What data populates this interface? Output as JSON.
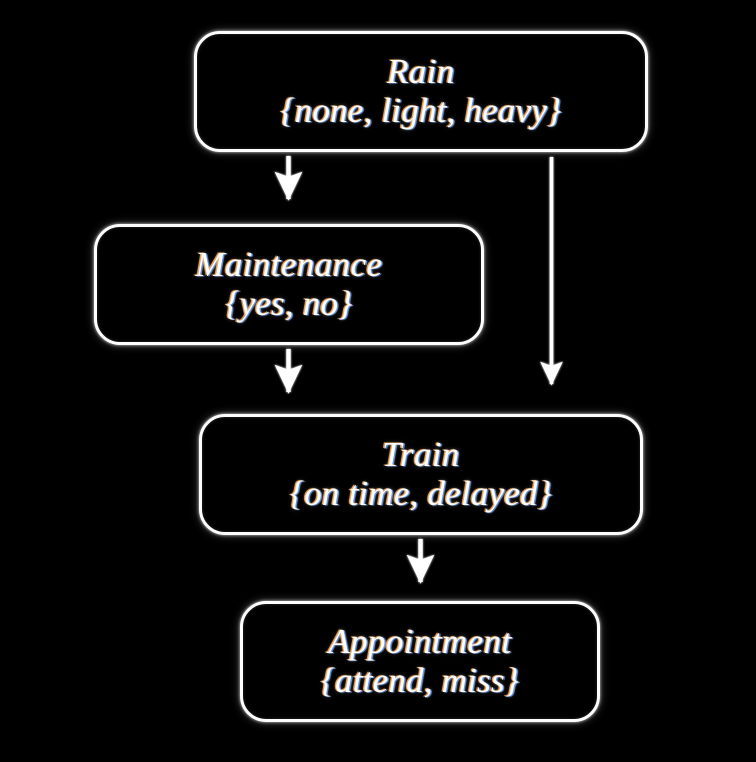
{
  "diagram": {
    "type": "bayesian-network",
    "title": "Rain / Maintenance / Train / Appointment Bayesian network",
    "background_color": "#000000",
    "node_border_color": "#ffffff",
    "text_color": "#ffffff",
    "arrow_color": "#ffffff",
    "nodes": [
      {
        "id": "rain",
        "name": "Rain",
        "states": "{none, light, heavy}"
      },
      {
        "id": "maintenance",
        "name": "Maintenance",
        "states": "{yes, no}"
      },
      {
        "id": "train",
        "name": "Train",
        "states": "{on time, delayed}"
      },
      {
        "id": "appointment",
        "name": "Appointment",
        "states": "{attend, miss}"
      }
    ],
    "edges": [
      {
        "id": "rain-to-maintenance",
        "from": "Rain",
        "to": "Maintenance"
      },
      {
        "id": "rain-to-train",
        "from": "Rain",
        "to": "Train"
      },
      {
        "id": "maintenance-to-train",
        "from": "Maintenance",
        "to": "Train"
      },
      {
        "id": "train-to-appointment",
        "from": "Train",
        "to": "Appointment"
      }
    ]
  }
}
